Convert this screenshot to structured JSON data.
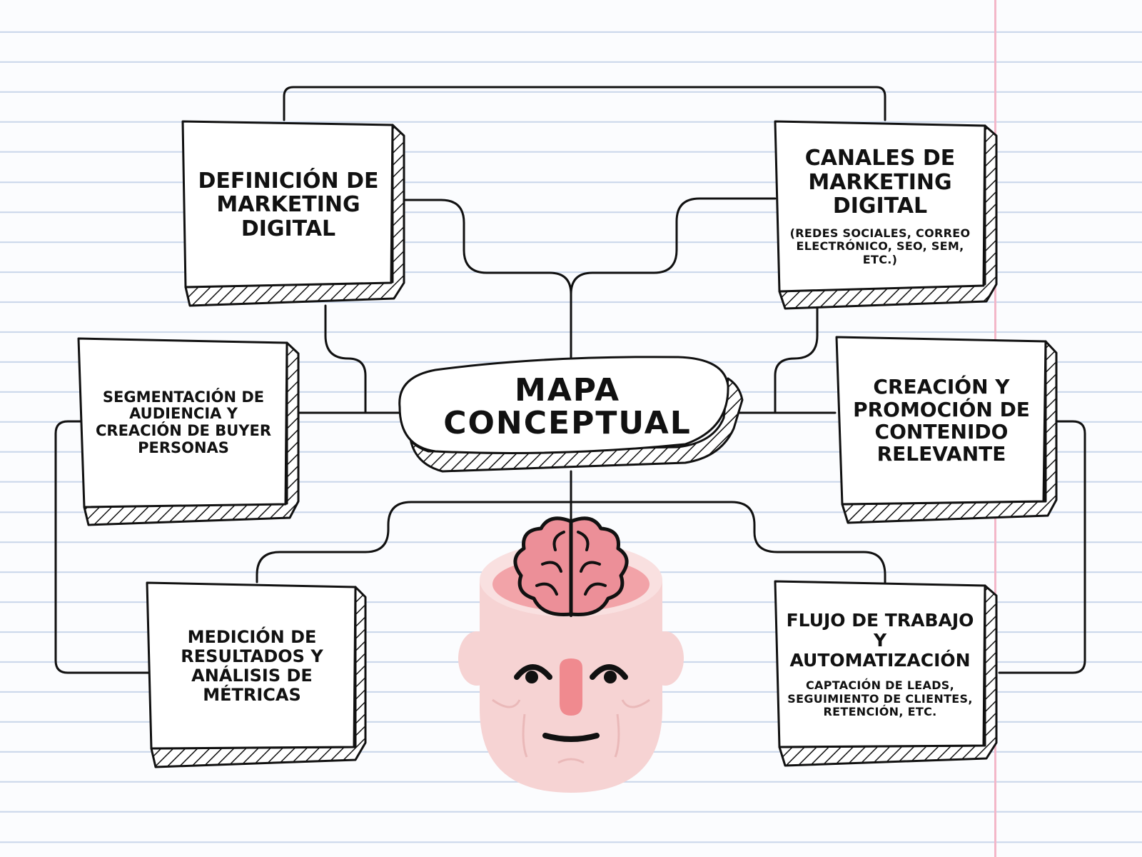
{
  "title": "MAPA CONCEPTUAL",
  "nodes": [
    {
      "id": "definicion",
      "title": "DEFINICIÓN DE MARKETING DIGITAL",
      "subtitle": ""
    },
    {
      "id": "canales",
      "title": "CANALES DE MARKETING DIGITAL",
      "subtitle": "(REDES SOCIALES, CORREO ELECTRÓNICO, SEO, SEM, ETC.)"
    },
    {
      "id": "segmentacion",
      "title": "SEGMENTACIÓN DE AUDIENCIA Y CREACIÓN DE BUYER PERSONAS",
      "subtitle": ""
    },
    {
      "id": "contenido",
      "title": "CREACIÓN Y PROMOCIÓN DE CONTENIDO RELEVANTE",
      "subtitle": ""
    },
    {
      "id": "medicion",
      "title": "MEDICIÓN DE RESULTADOS Y ANÁLISIS DE MÉTRICAS",
      "subtitle": ""
    },
    {
      "id": "flujo",
      "title": "FLUJO DE TRABAJO Y AUTOMATIZACIÓN",
      "subtitle": "CAPTACIÓN DE LEADS, SEGUIMIENTO DE CLIENTES, RETENCIÓN, ETC."
    }
  ],
  "colors": {
    "ink": "#111111",
    "paper_line": "#c9d6ea",
    "margin": "#f3b7c9",
    "brain": "#ec8f98",
    "skin": "#f6d3d3",
    "nose": "#f08a8f"
  },
  "icons": [
    "brain-head-illustration"
  ]
}
